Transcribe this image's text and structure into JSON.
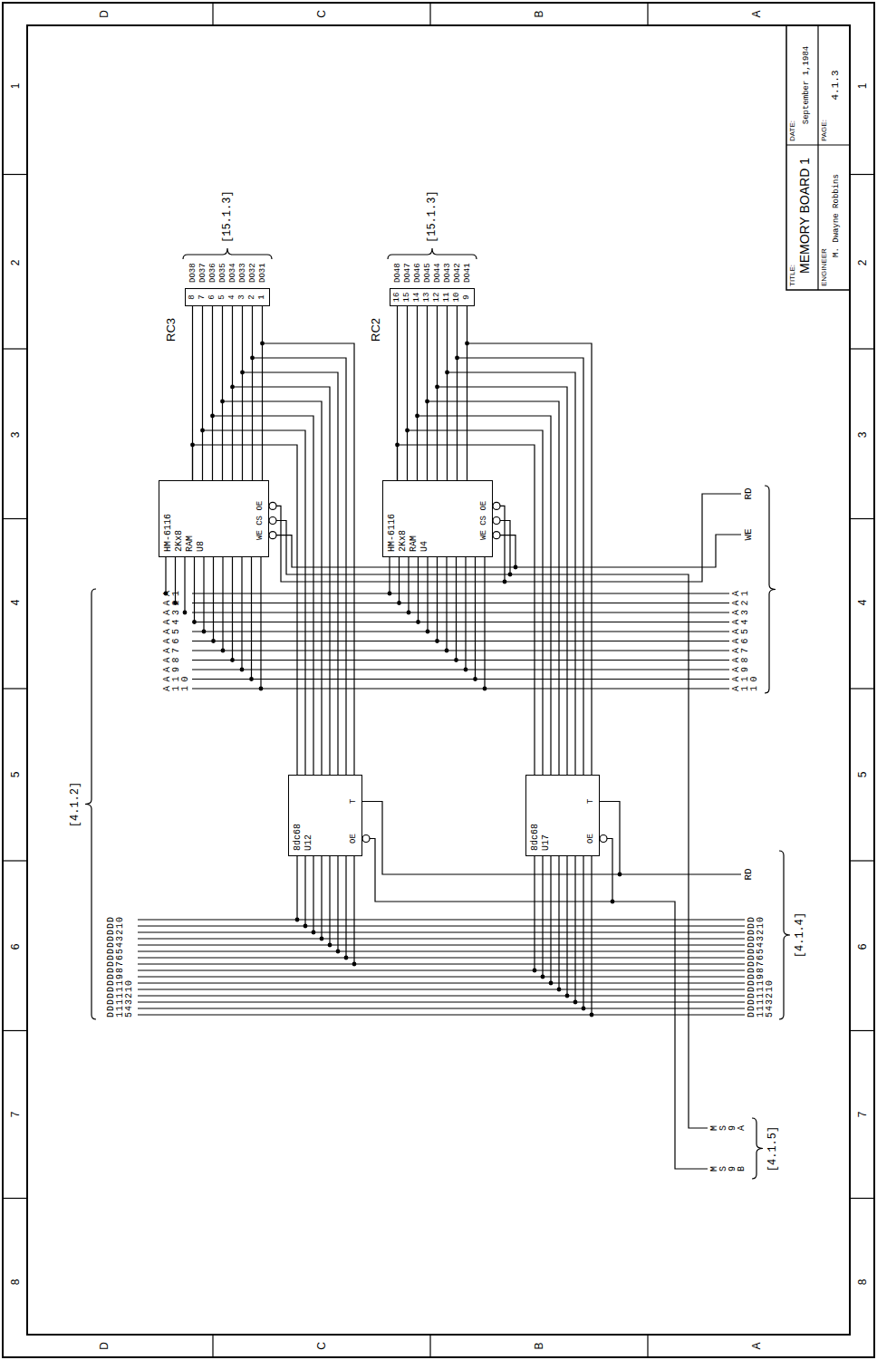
{
  "diagram": {
    "title": "MEMORY BOARD 1",
    "nodes": [
      {
        "text": [
          "RC3",
          "8",
          "7",
          "6",
          "5",
          "4",
          "3",
          "2",
          "1"
        ]
      },
      {
        "text": [
          "HM-6116",
          "2Kx8",
          "RAM",
          "U8",
          "WE CS OE"
        ]
      },
      {
        "text": [
          "8dc68",
          "U12",
          "T",
          "OE"
        ]
      },
      {
        "text": [
          "RC2",
          "16",
          "15",
          "14",
          "13",
          "12",
          "11",
          "10",
          "9"
        ]
      },
      {
        "text": [
          "HM-6116",
          "2Kx8",
          "RAM",
          "U4",
          "WE CS OE"
        ]
      },
      {
        "text": [
          "8dc68",
          "U17",
          "T",
          "OE"
        ]
      }
    ],
    "edges": [
      {
        "from": 1,
        "to": 0,
        "arrow": "none"
      },
      {
        "from": 1,
        "to": 2,
        "arrow": "none"
      },
      {
        "from": 4,
        "to": 3,
        "arrow": "none"
      },
      {
        "from": 4,
        "to": 5,
        "arrow": "none"
      },
      {
        "from": 1,
        "to": 4,
        "arrow": "none"
      },
      {
        "from": 2,
        "to": 5,
        "arrow": "none"
      }
    ],
    "labels": [
      "8",
      "7",
      "6",
      "5",
      "4",
      "3",
      "2",
      "1",
      "8",
      "7",
      "6",
      "5",
      "4",
      "3",
      "2",
      "1",
      "D",
      "C",
      "B",
      "A",
      "D",
      "C",
      "B",
      "A",
      "TITLE:",
      "DATE:",
      "September 1,1984",
      "ENGINEER",
      "M. Dwayne Robbins",
      "PAGE:",
      "4.1.3",
      "[4.1.2]",
      "D15",
      "D14",
      "D13",
      "D12",
      "D11",
      "D10",
      "D9",
      "D8",
      "D7",
      "D6",
      "D5",
      "D4",
      "D3",
      "D2",
      "D1",
      "D0",
      "A11",
      "A10",
      "A9",
      "A8",
      "A7",
      "A6",
      "A5",
      "A4",
      "A3",
      "A2",
      "A1",
      "DO38",
      "DO37",
      "DO36",
      "DO35",
      "DO34",
      "DO33",
      "DO32",
      "DO31",
      "[15.1.3]",
      "DO48",
      "DO47",
      "DO46",
      "DO45",
      "DO44",
      "DO43",
      "DO42",
      "DO41",
      "[15.1.3]",
      "D15",
      "D14",
      "D13",
      "D12",
      "D11",
      "D10",
      "D9",
      "D8",
      "D7",
      "D6",
      "D5",
      "D4",
      "D3",
      "D2",
      "D1",
      "D0",
      "A11",
      "A10",
      "A9",
      "A8",
      "A7",
      "A6",
      "A5",
      "A4",
      "A3",
      "A2",
      "A1",
      "WE",
      "RD",
      "RD",
      "MS9A",
      "MS9B",
      "[4.1.4]",
      "[4.1.5]"
    ]
  }
}
